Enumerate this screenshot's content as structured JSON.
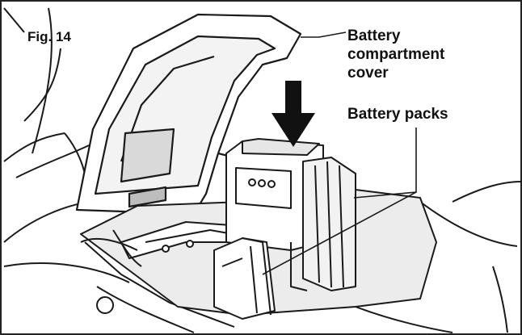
{
  "figure": {
    "label": "Fig. 14"
  },
  "callouts": {
    "cover": [
      "Battery",
      "compartment",
      "cover"
    ],
    "packs": "Battery packs"
  },
  "battery_symbol": "○○○",
  "colors": {
    "line": "#1a1a1a",
    "fill": "#ffffff",
    "shade": "#dcdcdc",
    "dark": "#2a2a2a",
    "arrow": "#111111"
  }
}
